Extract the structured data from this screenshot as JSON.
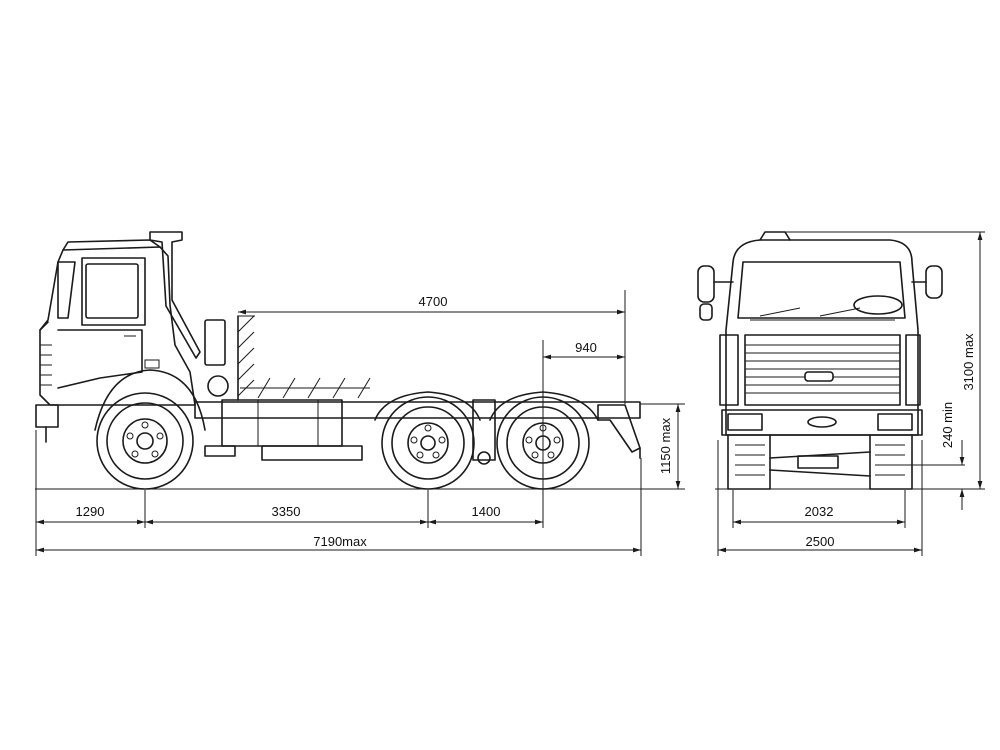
{
  "dimensions": {
    "side_view": {
      "front_overhang": "1290",
      "wheelbase_front_to_rear": "3350",
      "rear_axle_spacing": "1400",
      "overall_length": "7190max",
      "frame_length": "4700",
      "rear_overhang_to_bogie": "940",
      "frame_height": "1150 max"
    },
    "front_view": {
      "track_width": "2032",
      "overall_width": "2500",
      "overall_height": "3100 max",
      "ground_clearance": "240 min"
    }
  },
  "colors": {
    "line": "#1a1a1a",
    "background": "#ffffff"
  }
}
